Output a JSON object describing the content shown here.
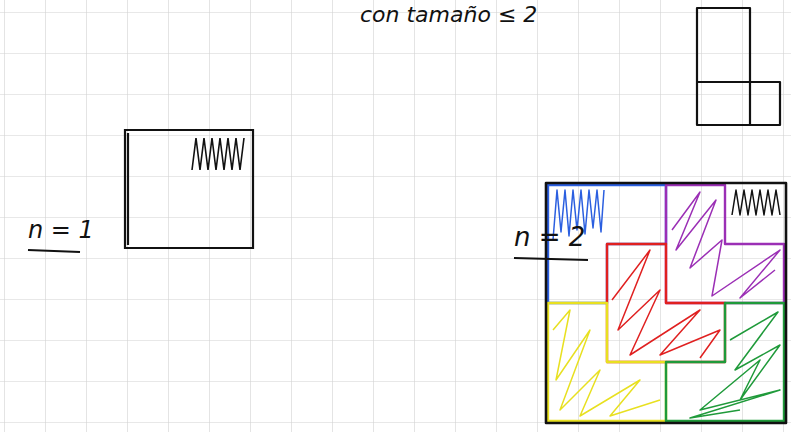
{
  "diagram": {
    "labels": [
      "con tamaño ≤ 2",
      "n = 1",
      "n = 2"
    ]
  }
}
